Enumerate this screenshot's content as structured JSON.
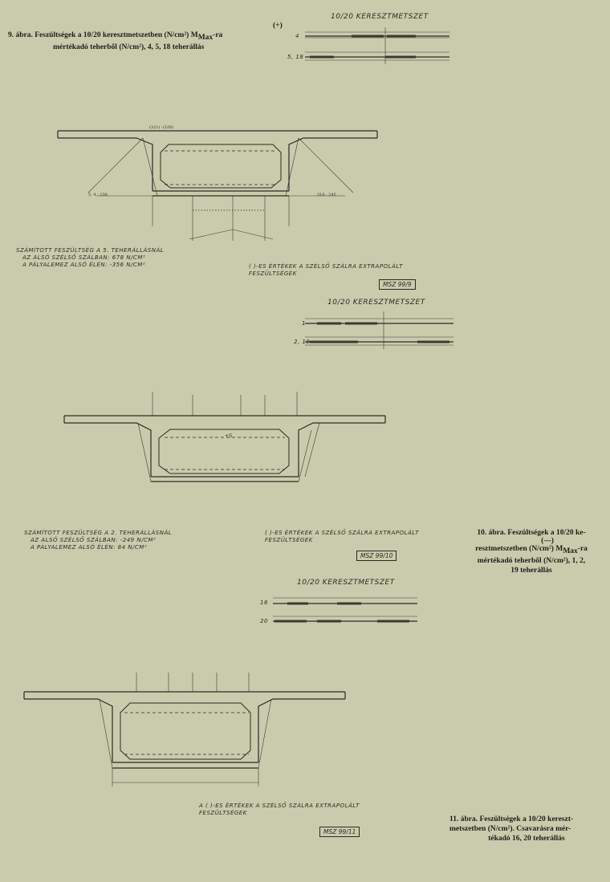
{
  "figure9": {
    "caption_line1": "9. ábra. Feszültségek a 10/20 keresztmetszetben (N/cm²) M",
    "caption_sub": "Max",
    "caption_sup": "(+)",
    "caption_suffix": "-ra",
    "caption_line2": "mértékadó teherből (N/cm²), 4, 5, 18 teherállás",
    "key_title": "10/20 keresztmetszet",
    "key_labels": [
      "4",
      "5, 18"
    ],
    "note_computed": "Számított feszültség a 5. teherállásnál",
    "note_bottom_fiber": "az alsó szélső szálban: 678 N/cm²",
    "note_slab_edge": "a pályalemez alsó élén: -356 N/cm²",
    "note_extrapolated": "( )-es értékek a szélső szálra extrapolált feszültségek",
    "tag": "MSZ 99/9"
  },
  "figure10": {
    "caption_line1": "10. ábra. Feszültségek a 10/20 ke-",
    "caption_sup": "(—)",
    "caption_line2": "resztmetszetben (N/cm²) M",
    "caption_sub": "Max",
    "caption_suffix": "-ra",
    "caption_line3": "mértékadó teherből (N/cm²), 1, 2,",
    "caption_line4": "19 teherállás",
    "key_title": "10/20 keresztmetszet",
    "key_labels": [
      "1",
      "2, 19"
    ],
    "note_computed": "Számított feszültség a 2. teherállásnál",
    "note_bottom_fiber": "az alsó szélső szálban: -249 N/cm²",
    "note_slab_edge": "a pályalemez alsó élén: 84 N/cm²",
    "note_extrapolated": "( )-es értékek a szélső szálra extrapolált feszültségek",
    "tag": "MSZ 99/10"
  },
  "figure11": {
    "caption_line1": "11. ábra. Feszültségek a 10/20 kereszt-",
    "caption_line2": "metszetben (N/cm²). Csavarásra mér-",
    "caption_line3": "tékadó 16, 20 teherállás",
    "key_title": "10/20 keresztmetszet",
    "key_labels": [
      "16",
      "20"
    ],
    "note_extrapolated": "A ( )-es értékek a szélső szálra extrapolált feszültségek",
    "tag": "MSZ 99/11"
  }
}
